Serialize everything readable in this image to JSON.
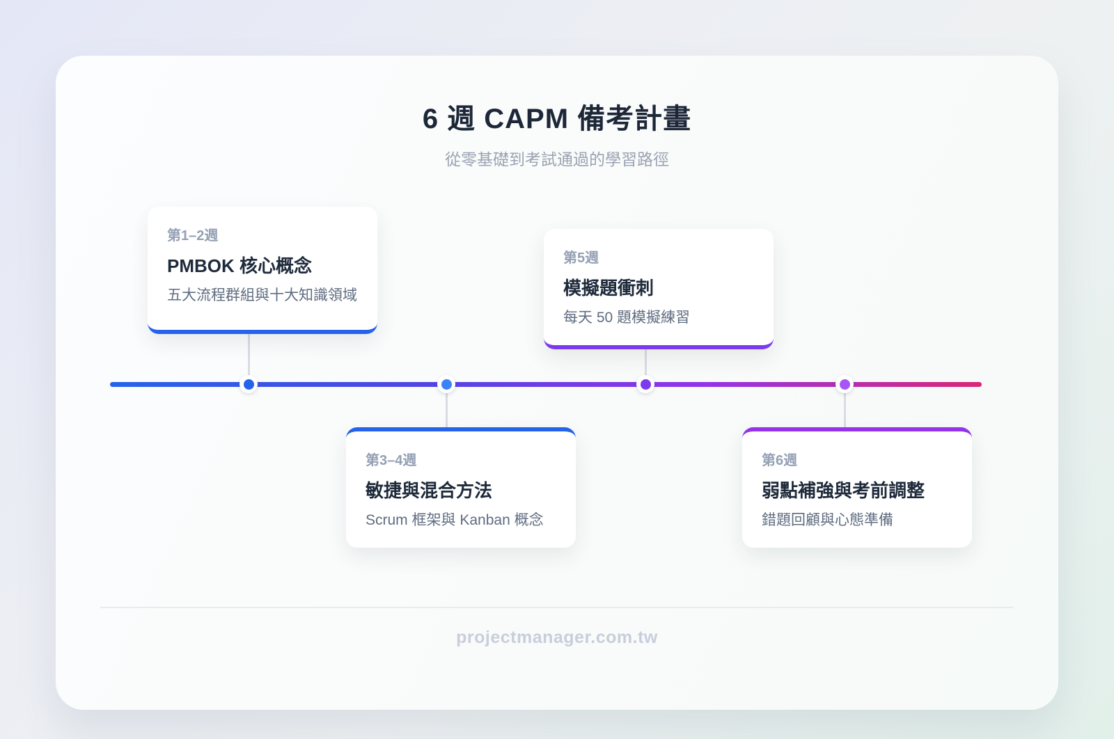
{
  "header": {
    "title": "6 週 CAPM 備考計畫",
    "subtitle": "從零基礎到考試通過的學習路徑"
  },
  "timeline": {
    "gradient_stops": [
      "#2563eb",
      "#4f46e5",
      "#9333ea",
      "#db2777"
    ],
    "connector_color": "#d9dce3",
    "milestones": [
      {
        "label": "第1–2週",
        "title": "PMBOK 核心概念",
        "desc": "五大流程群組與十大知識領域",
        "accent": "#2563eb",
        "dot_color": "#2563eb",
        "position": "above"
      },
      {
        "label": "第3–4週",
        "title": "敏捷與混合方法",
        "desc": "Scrum 框架與 Kanban 概念",
        "accent": "#2563eb",
        "dot_color": "#3b82f6",
        "position": "below"
      },
      {
        "label": "第5週",
        "title": "模擬題衝刺",
        "desc": "每天 50 題模擬練習",
        "accent": "#7c3aed",
        "dot_color": "#7c3aed",
        "position": "above"
      },
      {
        "label": "第6週",
        "title": "弱點補強與考前調整",
        "desc": "錯題回顧與心態準備",
        "accent": "#9333ea",
        "dot_color": "#a855f7",
        "position": "below"
      }
    ]
  },
  "footer": {
    "watermark": "projectmanager.com.tw"
  }
}
